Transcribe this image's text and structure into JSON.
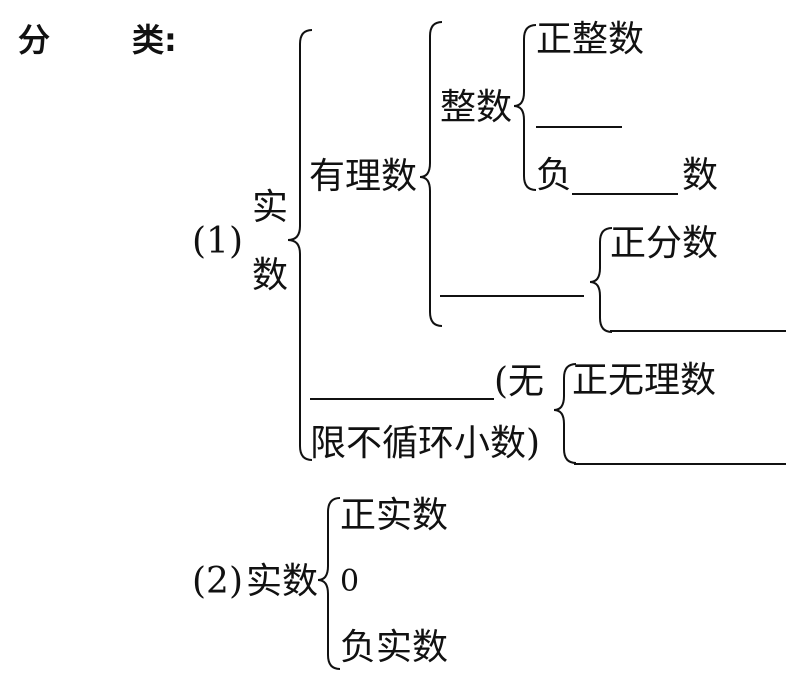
{
  "heading": {
    "label": "分",
    "label2": "类:"
  },
  "part1": {
    "marker": "(1)",
    "root_char1": "实",
    "root_char2": "数",
    "rational": {
      "label": "有理数",
      "integers": {
        "label": "整数",
        "positive": "正整数",
        "negative_prefix": "负",
        "negative_suffix": "数"
      },
      "fractions": {
        "positive": "正分数"
      }
    },
    "irrational": {
      "paren_part1": "(无",
      "paren_part2": "限不循环小数)",
      "positive": "正无理数"
    }
  },
  "part2": {
    "marker": "(2)",
    "root": "实数",
    "items": [
      "正实数",
      "0",
      "负实数"
    ]
  },
  "colors": {
    "ink": "#111111",
    "background": "#ffffff"
  }
}
